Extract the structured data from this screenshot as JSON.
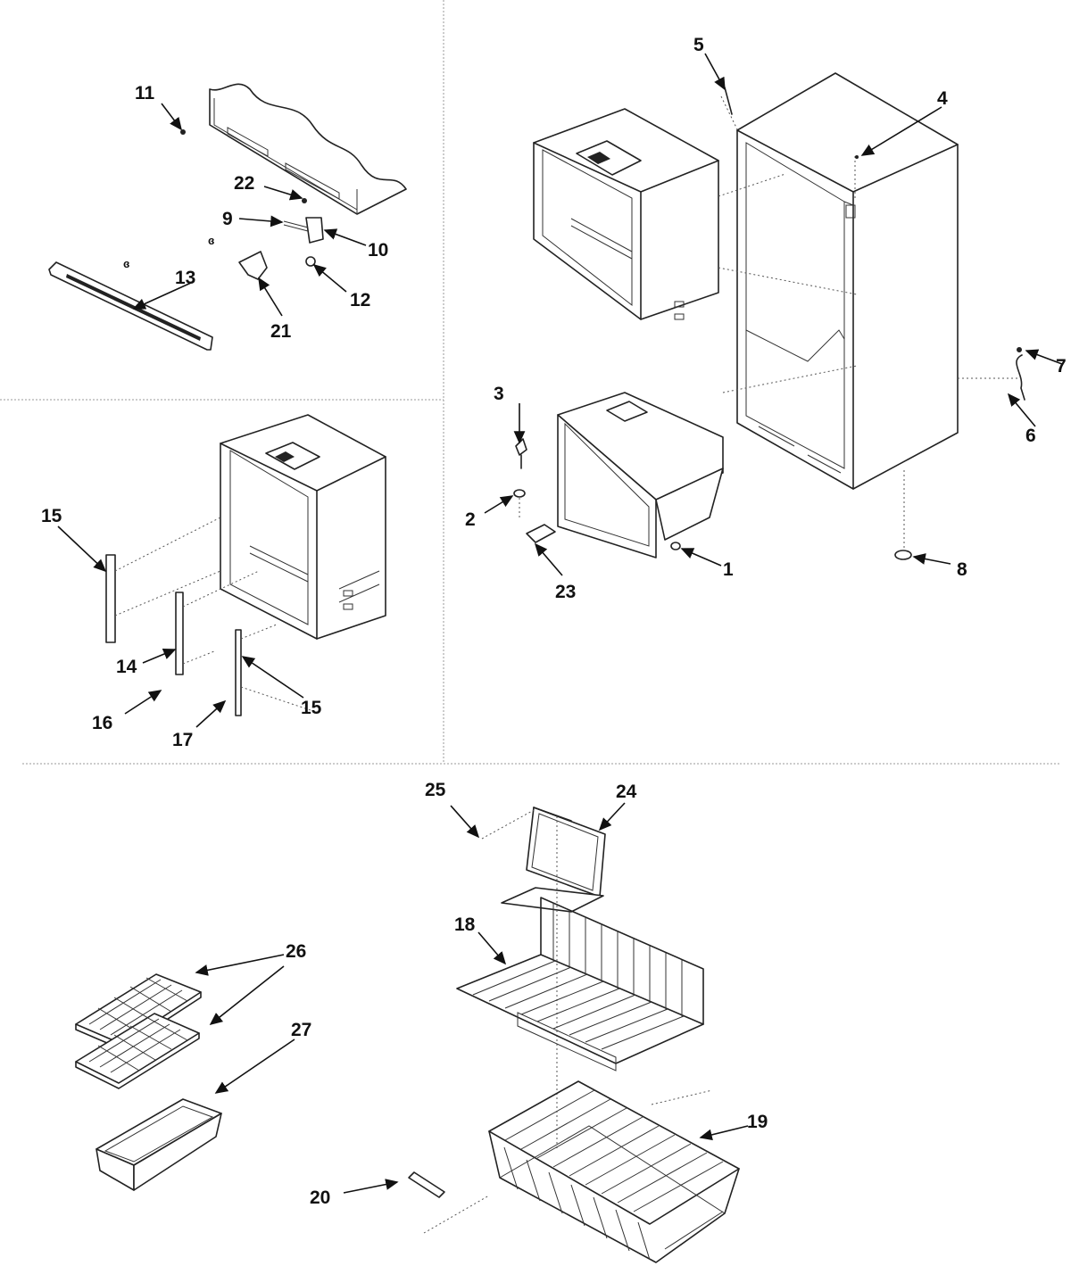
{
  "callouts": {
    "c1": "1",
    "c2": "2",
    "c3": "3",
    "c4": "4",
    "c5": "5",
    "c6": "6",
    "c7": "7",
    "c8": "8",
    "c9": "9",
    "c10": "10",
    "c11": "11",
    "c12": "12",
    "c13": "13",
    "c14": "14",
    "c15a": "15",
    "c15b": "15",
    "c16": "16",
    "c17": "17",
    "c18": "18",
    "c19": "19",
    "c20": "20",
    "c21": "21",
    "c22": "22",
    "c23": "23",
    "c24": "24",
    "c25": "25",
    "c26": "26",
    "c27": "27"
  },
  "colors": {
    "ink": "#222222",
    "paper": "#ffffff",
    "divider": "#999999"
  }
}
